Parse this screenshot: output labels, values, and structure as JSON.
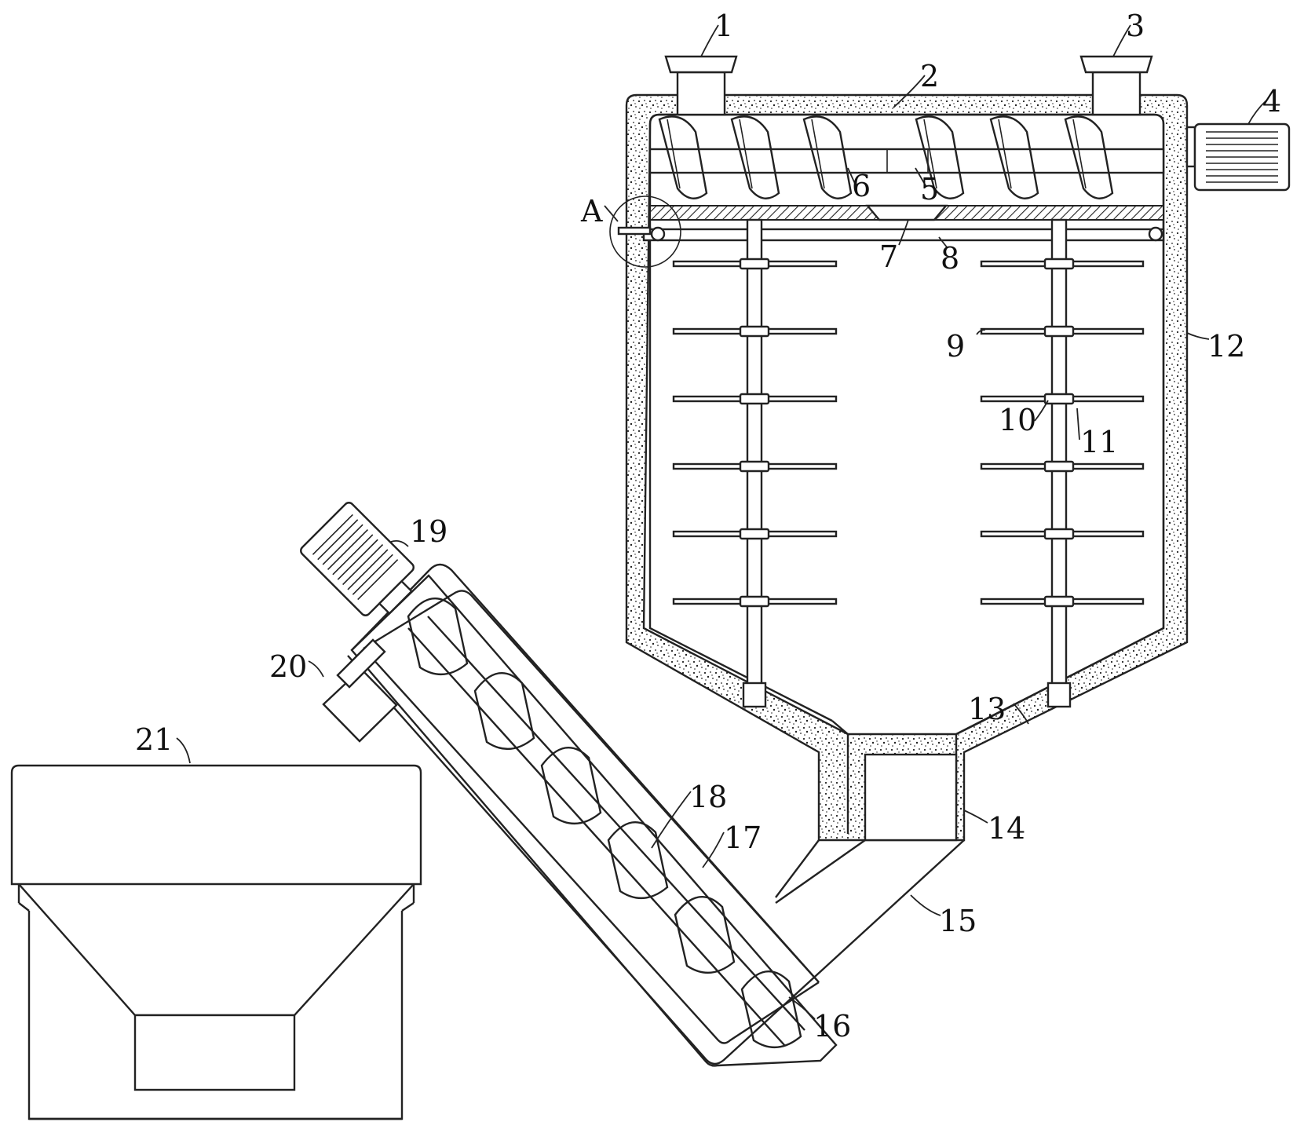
{
  "figure": {
    "labels": {
      "l1": "1",
      "l2": "2",
      "l3": "3",
      "l4": "4",
      "l5": "5",
      "l6": "6",
      "l7": "7",
      "l8": "8",
      "l9": "9",
      "l10": "10",
      "l11": "11",
      "l12": "12",
      "l13": "13",
      "l14": "14",
      "l15": "15",
      "l16": "16",
      "l17": "17",
      "l18": "18",
      "l19": "19",
      "l20": "20",
      "l21": "21",
      "detail": "A"
    }
  }
}
